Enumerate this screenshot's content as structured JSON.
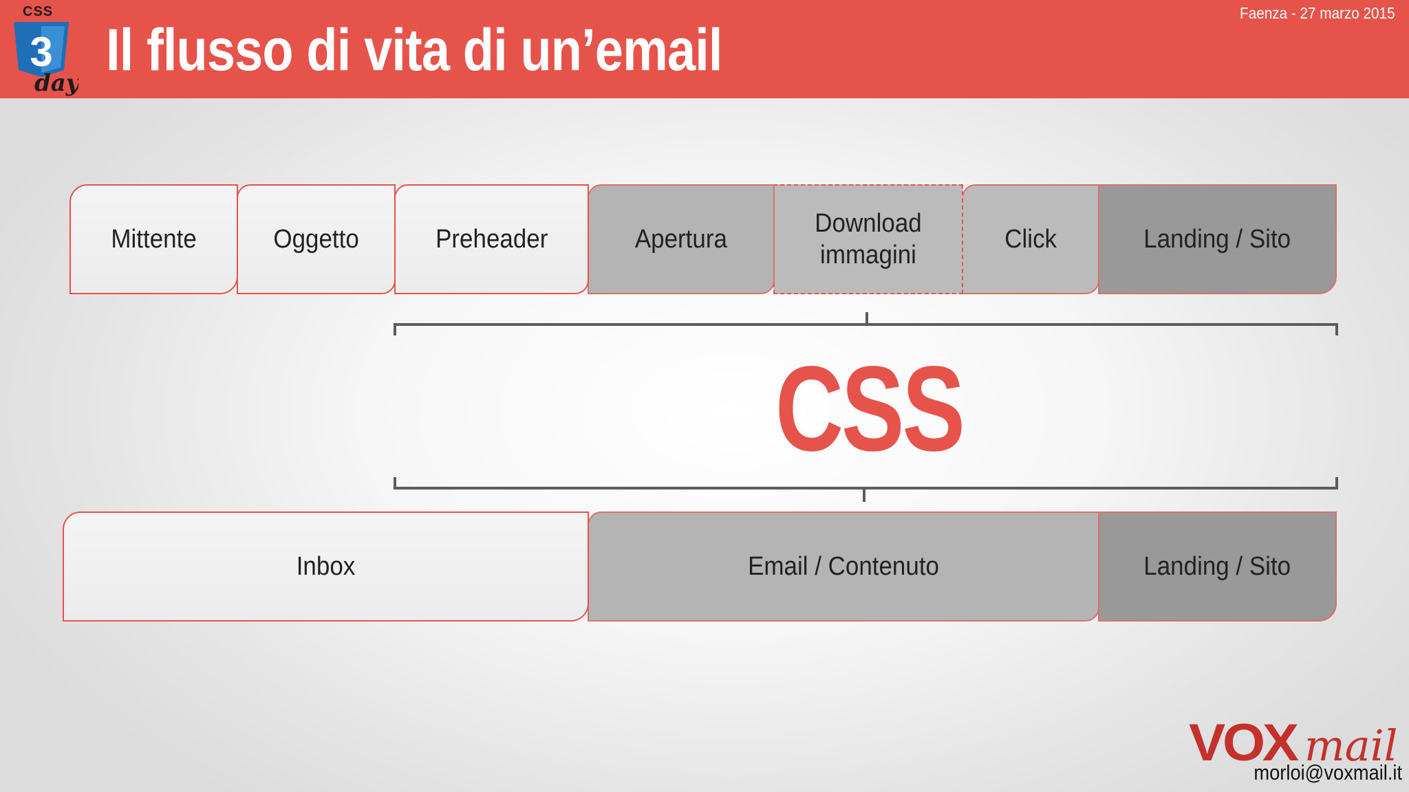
{
  "header": {
    "title": "Il flusso di vita di un’email",
    "date": "Faenza - 27 marzo 2015",
    "logo": {
      "top_text": "CSS",
      "number": "3",
      "script_text": "day"
    }
  },
  "top_row": [
    {
      "label": "Mittente",
      "tone": "light"
    },
    {
      "label": "Oggetto",
      "tone": "light"
    },
    {
      "label": "Preheader",
      "tone": "light"
    },
    {
      "label": "Apertura",
      "tone": "mid"
    },
    {
      "label": "Download immagini",
      "tone": "mid",
      "style": "dashed"
    },
    {
      "label": "Click",
      "tone": "mid"
    },
    {
      "label": "Landing / Sito",
      "tone": "dark"
    }
  ],
  "center_label": "CSS",
  "bottom_row": [
    {
      "label": "Inbox",
      "tone": "light"
    },
    {
      "label": "Email / Contenuto",
      "tone": "mid"
    },
    {
      "label": "Landing / Sito",
      "tone": "dark"
    }
  ],
  "footer": {
    "brand_bold": "VOX",
    "brand_script": "mail",
    "email": "morloi@voxmail.it"
  },
  "colors": {
    "accent": "#e5534b",
    "light_box": "#efefef",
    "mid_box": "#b4b4b4",
    "dark_box": "#999999",
    "bracket": "#5c5c5c"
  }
}
